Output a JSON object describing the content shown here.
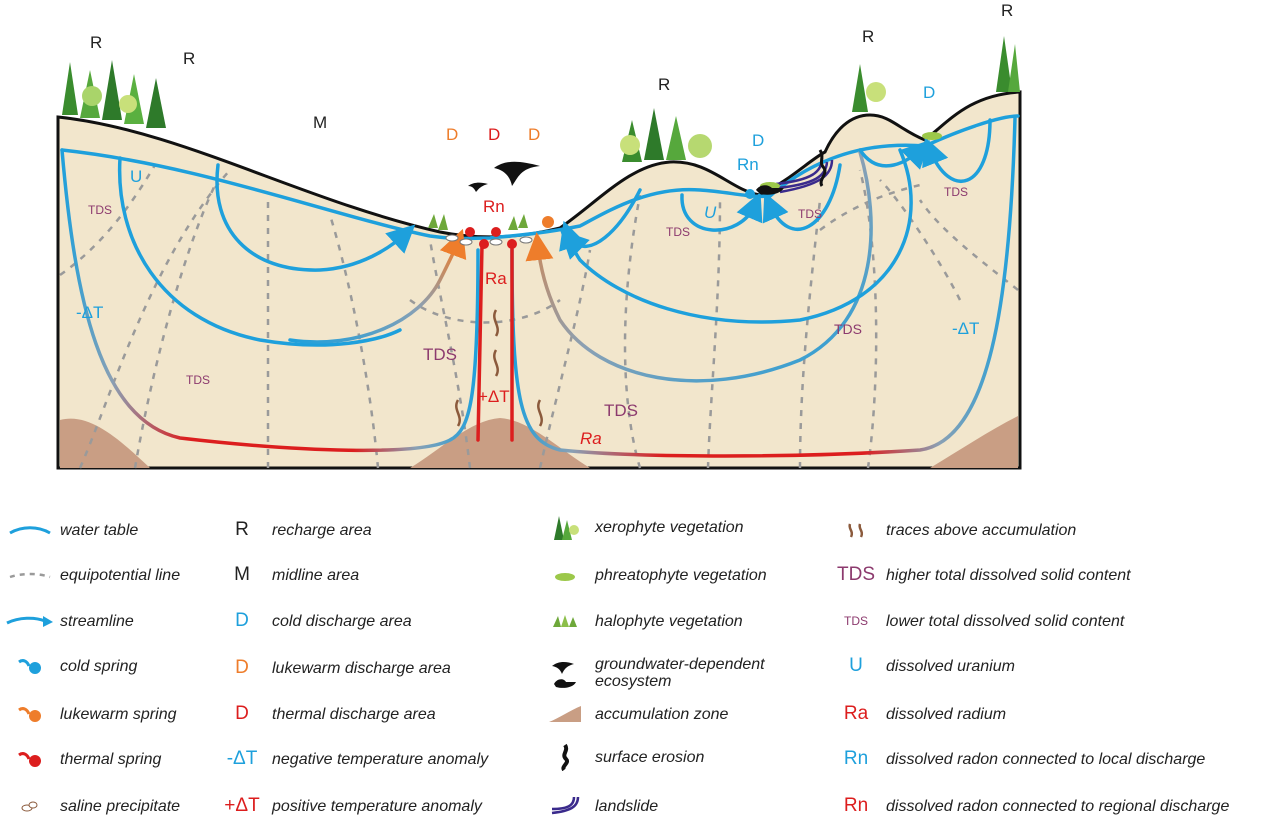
{
  "diagram": {
    "labels": {
      "R": "R",
      "M": "M",
      "D": "D",
      "U": "U",
      "Rn": "Rn",
      "Ra": "Ra",
      "TDS": "TDS",
      "neg_dT": "-ΔT",
      "pos_dT": "+ΔT"
    },
    "colors": {
      "cold": "#1ea0dc",
      "lukewarm": "#ee7d2b",
      "thermal": "#dc1e1e",
      "tds": "#8c3a6e",
      "soil": "#f2e6cc",
      "accumulation": "#c99e84",
      "landslide": "#3a2a8c",
      "equipotential": "#9a9a9a"
    }
  },
  "legend": {
    "col1": [
      {
        "icon": "water-table-line",
        "text": "water table"
      },
      {
        "icon": "equipotential-dashed-line",
        "text": "equipotential line"
      },
      {
        "icon": "streamline-arrow",
        "text": "streamline"
      },
      {
        "icon": "cold-spring-icon",
        "text": "cold spring"
      },
      {
        "icon": "lukewarm-spring-icon",
        "text": "lukewarm spring"
      },
      {
        "icon": "thermal-spring-icon",
        "text": "thermal spring"
      },
      {
        "icon": "saline-precipitate-icon",
        "text": "saline precipitate"
      }
    ],
    "col2": [
      {
        "symbol": "R",
        "color": "#222222",
        "text": "recharge area"
      },
      {
        "symbol": "M",
        "color": "#222222",
        "text": "midline area"
      },
      {
        "symbol": "D",
        "color": "#1ea0dc",
        "text": "cold discharge area"
      },
      {
        "symbol": "D",
        "color": "#ee7d2b",
        "text": "lukewarm discharge area"
      },
      {
        "symbol": "D",
        "color": "#dc1e1e",
        "text": "thermal discharge area"
      },
      {
        "symbol": "-ΔT",
        "color": "#1ea0dc",
        "text": "negative temperature anomaly"
      },
      {
        "symbol": "+ΔT",
        "color": "#dc1e1e",
        "text": "positive temperature anomaly"
      }
    ],
    "col3": [
      {
        "icon": "xerophyte-vegetation-icon",
        "text": "xerophyte vegetation"
      },
      {
        "icon": "phreatophyte-vegetation-icon",
        "text": "phreatophyte vegetation"
      },
      {
        "icon": "halophyte-vegetation-icon",
        "text": "halophyte vegetation"
      },
      {
        "icon": "groundwater-ecosystem-icon",
        "text": "groundwater-dependent ecosystem"
      },
      {
        "icon": "accumulation-zone-icon",
        "text": "accumulation zone"
      },
      {
        "icon": "surface-erosion-icon",
        "text": "surface erosion"
      },
      {
        "icon": "landslide-icon",
        "text": "landslide"
      }
    ],
    "col4": [
      {
        "symbol": "",
        "icon": "traces-icon",
        "color": "#8b5a3c",
        "text": "traces above accumulation"
      },
      {
        "symbol": "TDS",
        "color": "#8c3a6e",
        "text": "higher total dissolved solid content"
      },
      {
        "symbol": "TDS",
        "color": "#8c3a6e",
        "small": true,
        "text": "lower total dissolved solid content"
      },
      {
        "symbol": "U",
        "color": "#1ea0dc",
        "text": "dissolved uranium"
      },
      {
        "symbol": "Ra",
        "color": "#dc1e1e",
        "text": "dissolved radium"
      },
      {
        "symbol": "Rn",
        "color": "#1ea0dc",
        "text": "dissolved radon connected to local discharge"
      },
      {
        "symbol": "Rn",
        "color": "#dc1e1e",
        "text": "dissolved radon connected to regional discharge"
      }
    ]
  }
}
